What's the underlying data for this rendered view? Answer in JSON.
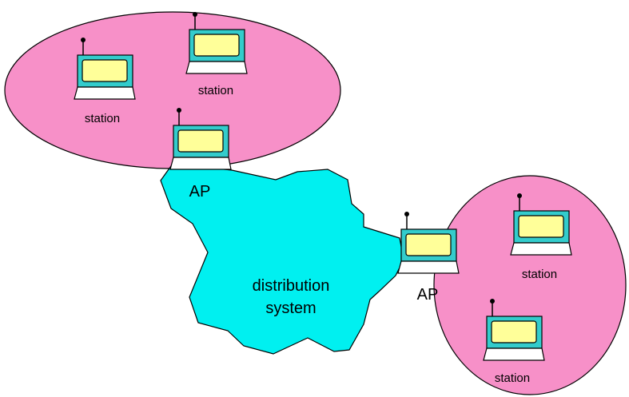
{
  "colors": {
    "bss_fill": "#f790c8",
    "distribution_fill": "#00f0f0",
    "device_body": "#33cccc",
    "device_screen": "#ffff99",
    "outline": "#000000",
    "background": "#ffffff"
  },
  "bss_left": {
    "stations": [
      {
        "label": "station"
      },
      {
        "label": "station"
      }
    ],
    "access_point": {
      "label": "AP"
    }
  },
  "distribution_system": {
    "label_line1": "distribution",
    "label_line2": "system"
  },
  "bss_right": {
    "stations": [
      {
        "label": "station"
      },
      {
        "label": "station"
      }
    ],
    "access_point": {
      "label": "AP"
    }
  }
}
